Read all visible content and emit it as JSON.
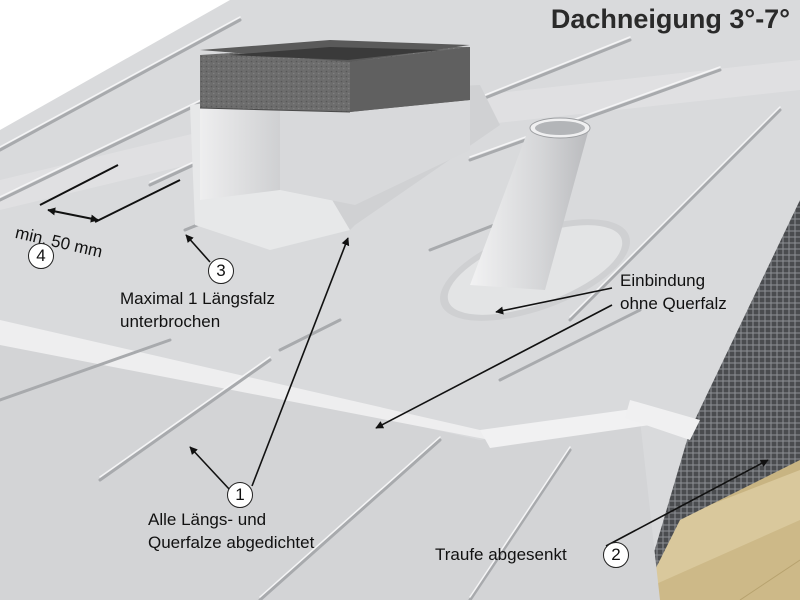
{
  "title": "Dachneigung 3°-7°",
  "labels": {
    "callout1_line1": "Alle Längs- und",
    "callout1_line2": "Querfalze abgedichtet",
    "callout2": "Traufe abgesenkt",
    "callout3_line1": "Maximal 1 Längsfalz",
    "callout3_line2": "unterbrochen",
    "callout4": "min. 50 mm",
    "einbindung_line1": "Einbindung",
    "einbindung_line2": "ohne Querfalz"
  },
  "numbers": {
    "n1": "1",
    "n2": "2",
    "n3": "3",
    "n4": "4"
  },
  "colors": {
    "roof": "#d9dadc",
    "roof_light": "#e9eaeb",
    "seam_shadow": "#a7a9ac",
    "concrete": "#6b6b6b",
    "wood": "#d8c79a",
    "membrane": "#3e4043"
  }
}
